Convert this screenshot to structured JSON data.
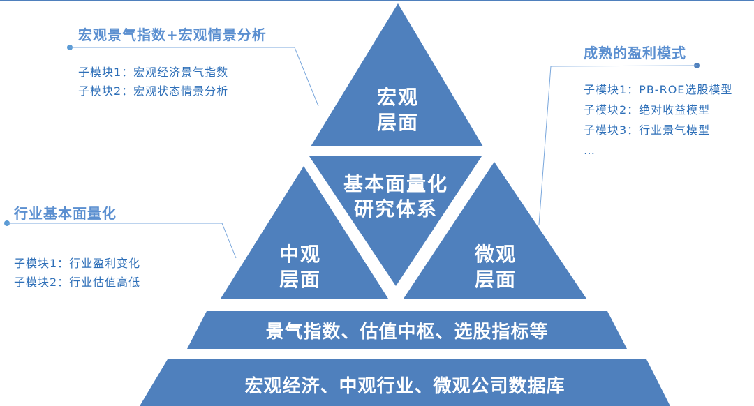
{
  "colors": {
    "shape": "#4f80bd",
    "line": "#6a9bd6",
    "title": "#5b8fd0",
    "subtext": "#2e6fb8"
  },
  "macro_callout": {
    "title": "宏观景气指数+宏观情景分析",
    "items": [
      "子模块1：宏观经济景气指数",
      "子模块2：宏观状态情景分析"
    ]
  },
  "industry_callout": {
    "title": "行业基本面量化",
    "items": [
      "子模块1：行业盈利变化",
      "子模块2：行业估值高低"
    ]
  },
  "profit_callout": {
    "title": "成熟的盈利模式",
    "items": [
      "子模块1：PB-ROE选股模型",
      "子模块2：绝对收益模型",
      "子模块3：行业景气模型",
      "…"
    ]
  },
  "pyramid": {
    "top": [
      "宏观",
      "层面"
    ],
    "center": [
      "基本面量化",
      "研究体系"
    ],
    "left": [
      "中观",
      "层面"
    ],
    "right": [
      "微观",
      "层面"
    ],
    "band1": "景气指数、估值中枢、选股指标等",
    "band2": "宏观经济、中观行业、微观公司数据库"
  }
}
